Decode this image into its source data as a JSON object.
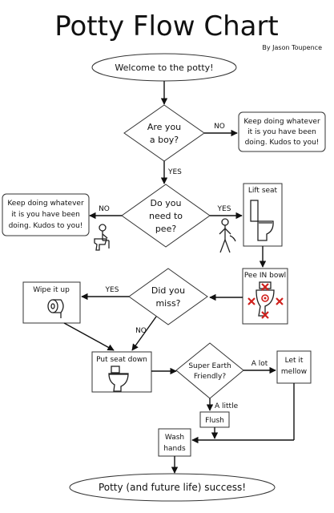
{
  "title": "Potty Flow Chart",
  "byline": "By Jason Toupence",
  "nodes": {
    "start": "Welcome to the potty!",
    "are_you_boy": [
      "Are you",
      "a boy?"
    ],
    "keep_doing_right": [
      "Keep doing whatever",
      "it is you have been",
      "doing. Kudos to you!"
    ],
    "need_to_pee": [
      "Do you",
      "need to",
      "pee?"
    ],
    "keep_doing_left": [
      "Keep doing whatever",
      "it is you have been",
      "doing. Kudos to you!"
    ],
    "lift_seat": "Lift seat",
    "pee_in_bowl": "Pee IN bowl",
    "did_you_miss": [
      "Did you",
      "miss?"
    ],
    "wipe_it_up": "Wipe it up",
    "put_seat_down": "Put seat down",
    "super_earth_friendly": [
      "Super Earth",
      "Friendly?"
    ],
    "let_it_mellow": [
      "Let it",
      "mellow"
    ],
    "flush": "Flush",
    "wash_hands": [
      "Wash",
      "hands"
    ],
    "end": "Potty (and future life) success!"
  },
  "edges": {
    "boy_no": "NO",
    "boy_yes": "YES",
    "pee_no": "NO",
    "pee_yes": "YES",
    "miss_yes": "YES",
    "miss_no": "NO",
    "earth_a_lot": "A lot",
    "earth_a_little": "A little"
  },
  "icons": {
    "sitting": "stick-figure-sitting-on-toilet-icon",
    "standing": "stick-figure-standing-icon",
    "lift_seat": "toilet-seat-up-icon",
    "pee_bowl": "toilet-target-icon",
    "wipe": "toilet-paper-roll-icon",
    "seat_down": "toilet-seat-down-icon",
    "mellow": "toilet-lid-icon"
  },
  "colors": {
    "miss_marks": "#d0201c",
    "outline": "#333333"
  }
}
